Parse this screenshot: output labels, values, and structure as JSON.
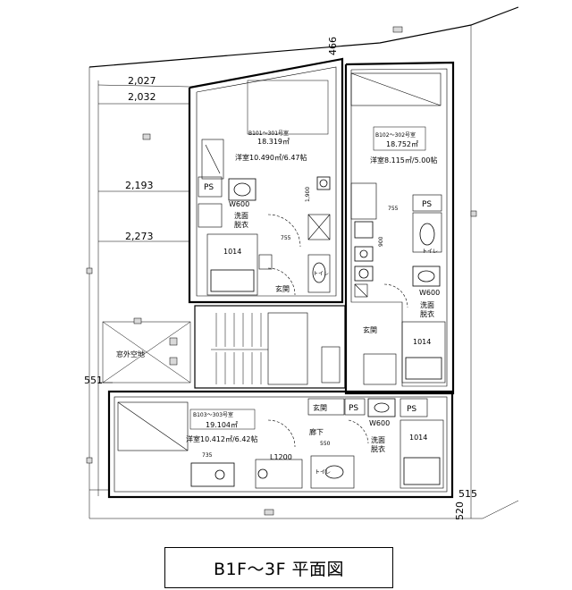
{
  "dimensions": {
    "d1": "2,027",
    "d2": "2,032",
    "d3": "2,193",
    "d4": "2,273",
    "d5": "551",
    "d6": "466",
    "d7": "515",
    "d8": "520"
  },
  "units": {
    "u1": {
      "name": "B101～301号室",
      "area": "18.319㎡",
      "room": "洋室10.490㎡/6.47帖"
    },
    "u2": {
      "name": "B102～302号室",
      "area": "18.752㎡",
      "room": "洋室8.115㎡/5.00帖"
    },
    "u3": {
      "name": "B103～303号室",
      "area": "19.104㎡",
      "room": "洋室10.412㎡/6.42帖"
    }
  },
  "labels": {
    "ps": "PS",
    "w600": "W600",
    "washroom": "洗面\n脱衣",
    "bath": "1014",
    "genkan": "玄関",
    "toilet": "トイレ",
    "corridor": "廊下",
    "light_well": "窓外空地",
    "kitchen": "L1200",
    "d1900": "1,900",
    "d900": "900",
    "d755": "755",
    "d735": "735",
    "d550": "550"
  },
  "title": "B1F～3F 平面図"
}
